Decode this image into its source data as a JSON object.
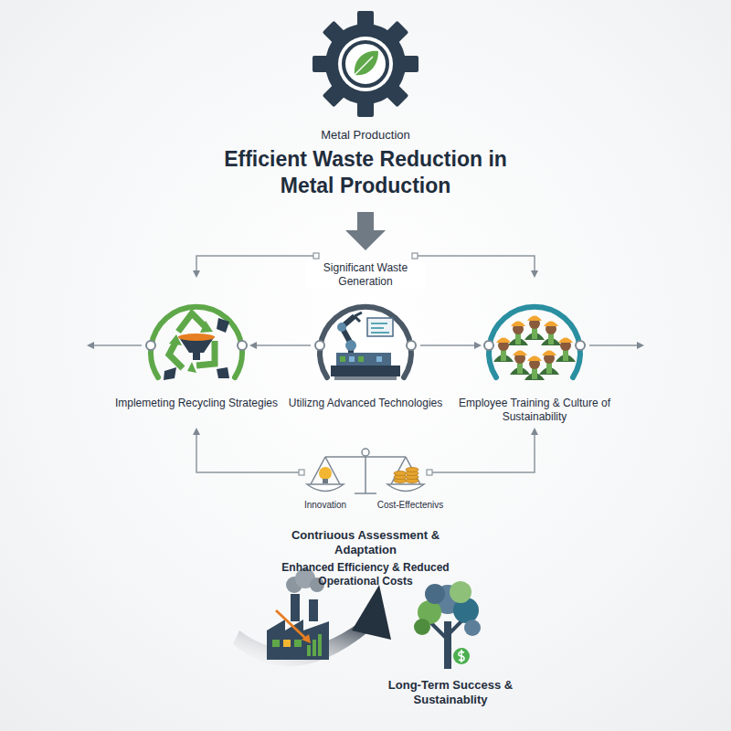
{
  "diagram": {
    "title": "Efficient Waste Reduction in Metal Production",
    "nodes": [
      {
        "text": [
          "Implemeting Recycling Strategies"
        ]
      },
      {
        "text": [
          "Utilizng Advanced Technologies"
        ]
      },
      {
        "text": [
          "Employee Training & Culture of Sustainability"
        ]
      }
    ],
    "edges": [
      {
        "from": 1,
        "to": 0,
        "arrow": "to"
      },
      {
        "from": 1,
        "to": 2,
        "arrow": "to"
      }
    ],
    "labels": [
      "Metal Production",
      "Significant Waste Generation",
      "Innovation",
      "Cost-Effectenivs",
      "Contriuous Assessment & Adaptation",
      "Enhanced Efficiency & Reduced Operational Costs",
      "Long-Term Success & Sustainablity"
    ]
  }
}
